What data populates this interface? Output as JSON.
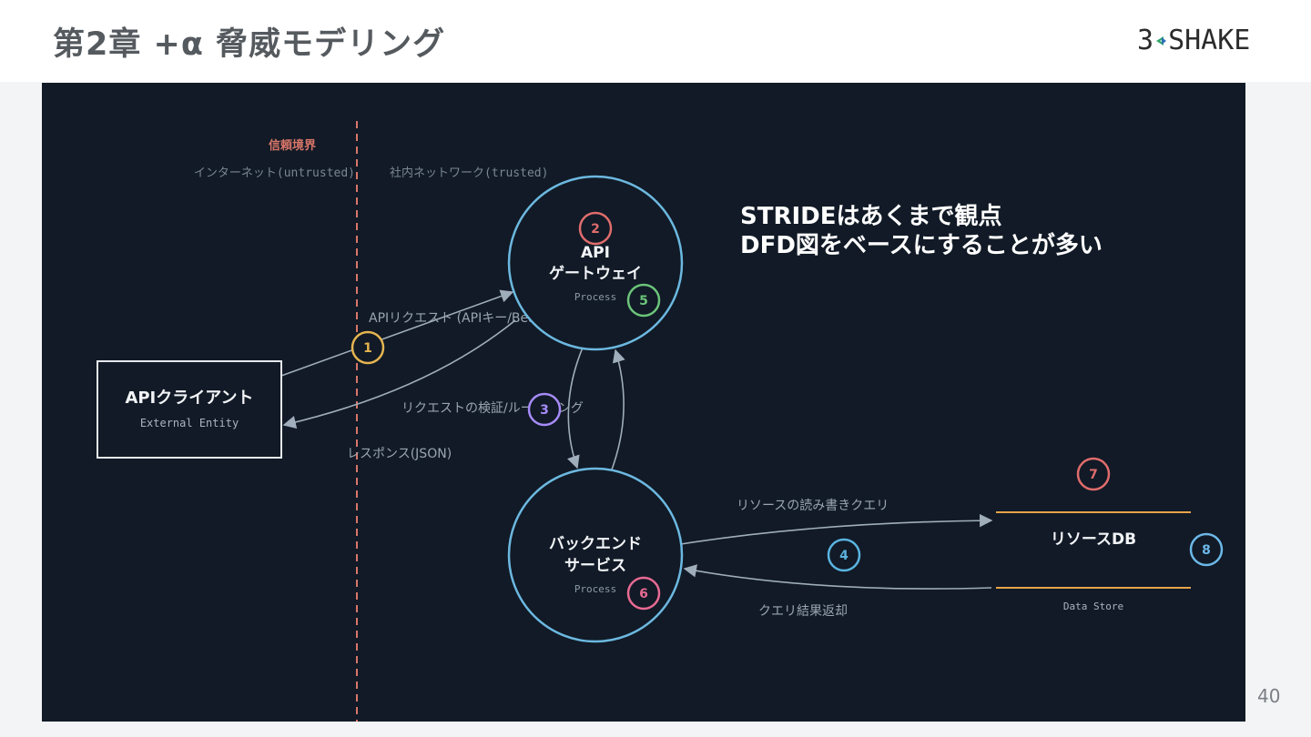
{
  "slide": {
    "title": "第2章 +α 脅威モデリング",
    "logo_text": "SHAKE",
    "logo_digit": "3",
    "page_number": "40"
  },
  "diagram": {
    "trust_boundary": {
      "label": "信頼境界",
      "left_zone": "インターネット(untrusted)",
      "right_zone": "社内ネットワーク(trusted)"
    },
    "headline": {
      "line1": "STRIDEはあくまで観点",
      "line2": "DFD図をベースにすることが多い"
    },
    "nodes": {
      "client": {
        "title": "APIクライアント",
        "type": "External Entity"
      },
      "gateway": {
        "title_line1": "API",
        "title_line2": "ゲートウェイ",
        "type": "Process"
      },
      "backend": {
        "title_line1": "バックエンド",
        "title_line2": "サービス",
        "type": "Process"
      },
      "db": {
        "title": "リソースDB",
        "type": "Data Store"
      }
    },
    "flows": {
      "request": "APIリクエスト (APIキー/Bearerトークン)",
      "validation": "リクエストの検証/ルーティング",
      "response": "レスポンス(JSON)",
      "db_query": "リソースの読み書きクエリ",
      "db_result": "クエリ結果返却"
    },
    "markers": [
      {
        "num": "1",
        "color": "#e6b450"
      },
      {
        "num": "2",
        "color": "#e06c6c"
      },
      {
        "num": "3",
        "color": "#a78bfa"
      },
      {
        "num": "4",
        "color": "#5ab4e0"
      },
      {
        "num": "5",
        "color": "#6cc47a"
      },
      {
        "num": "6",
        "color": "#e86a93"
      },
      {
        "num": "7",
        "color": "#e06c6c"
      },
      {
        "num": "8",
        "color": "#6cb8e8"
      }
    ],
    "colors": {
      "background": "#111a26",
      "process_stroke": "#6cb8e0",
      "boundary": "#d9766a",
      "datastore_line": "#e8a44a",
      "arrow": "#8a97a6"
    }
  }
}
